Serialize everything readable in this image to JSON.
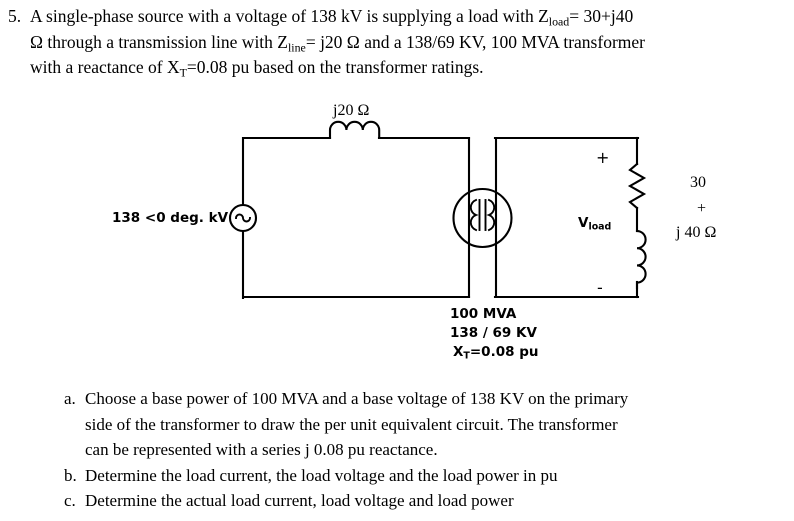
{
  "problem": {
    "number": "5.",
    "lines": [
      "A single-phase source with a voltage of 138 kV is supplying a load with Z",
      "load",
      "= 30+j40"
    ],
    "line1_a": "A single-phase source with a voltage of 138 kV is supplying a load with Z",
    "line1_sub": "load",
    "line1_b": "= 30+j40",
    "line2_a": "Ω through a transmission line with Z",
    "line2_sub": "line",
    "line2_b": "= j20 Ω and a 138/69 KV, 100 MVA transformer",
    "line3_a": "with a reactance of X",
    "line3_sub": "T",
    "line3_b": "=0.08 pu based on the transformer ratings."
  },
  "circuit": {
    "source_label": "138 <0 deg.  kV",
    "line_impedance_label": "j20 Ω",
    "transformer_rating_line1": "100 MVA",
    "transformer_rating_line2": "138 / 69 KV",
    "transformer_rating_line3_a": "X",
    "transformer_rating_line3_sub": "T",
    "transformer_rating_line3_b": "=0.08 pu",
    "vload_label_a": "V",
    "vload_label_sub": "load",
    "polarity_plus": "+",
    "polarity_minus": "-",
    "load_resistance": "30",
    "load_plus": "+",
    "load_reactance": "j 40 Ω",
    "line_color": "#000000",
    "background_color": "#ffffff"
  },
  "sub_questions": [
    {
      "marker": "a.",
      "lines": [
        "Choose a base power of 100 MVA and a base voltage of 138 KV on the primary",
        "side of the transformer to draw the per unit equivalent circuit.  The transformer",
        "can be represented with a series j 0.08 pu reactance."
      ]
    },
    {
      "marker": "b.",
      "lines": [
        "Determine the load current, the load voltage and the load power in pu"
      ]
    },
    {
      "marker": "c.",
      "lines": [
        "Determine the actual load current, load voltage and load power"
      ]
    }
  ]
}
